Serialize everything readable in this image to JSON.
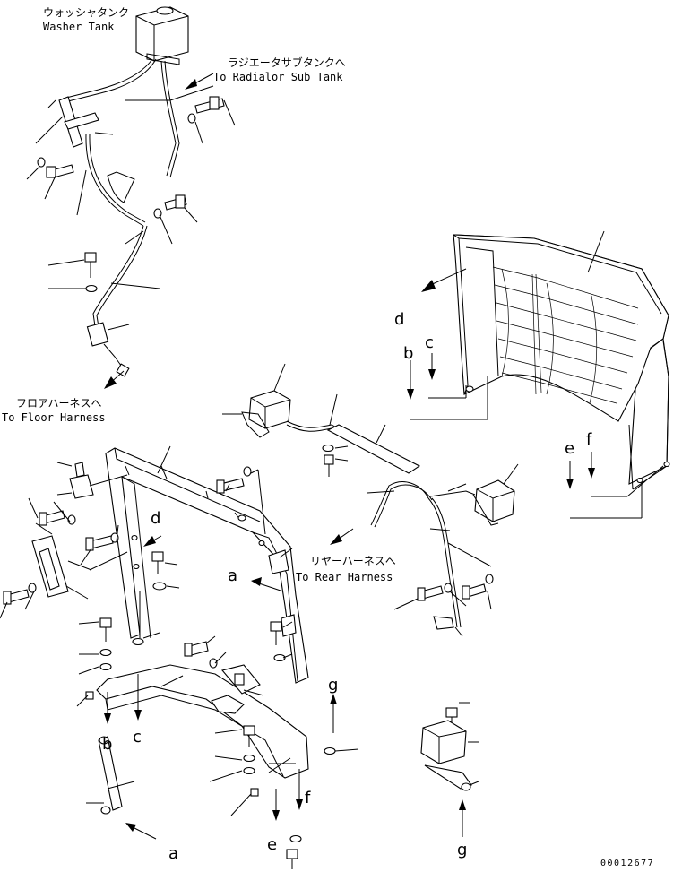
{
  "callouts": {
    "washer_tank_jp": "ウォッシャタンク",
    "washer_tank_en": "Washer Tank",
    "radiator_jp": "ラジエータサブタンクへ",
    "radiator_en": "To Radialor Sub Tank",
    "floor_jp": "フロアハーネスへ",
    "floor_en": "To Floor Harness",
    "rear_jp": "リヤーハーネスへ",
    "rear_en": "To Rear Harness"
  },
  "letters": {
    "a": "a",
    "b": "b",
    "c": "c",
    "d": "d",
    "e": "e",
    "f": "f",
    "g": "g"
  },
  "drawing_number": "00012677"
}
